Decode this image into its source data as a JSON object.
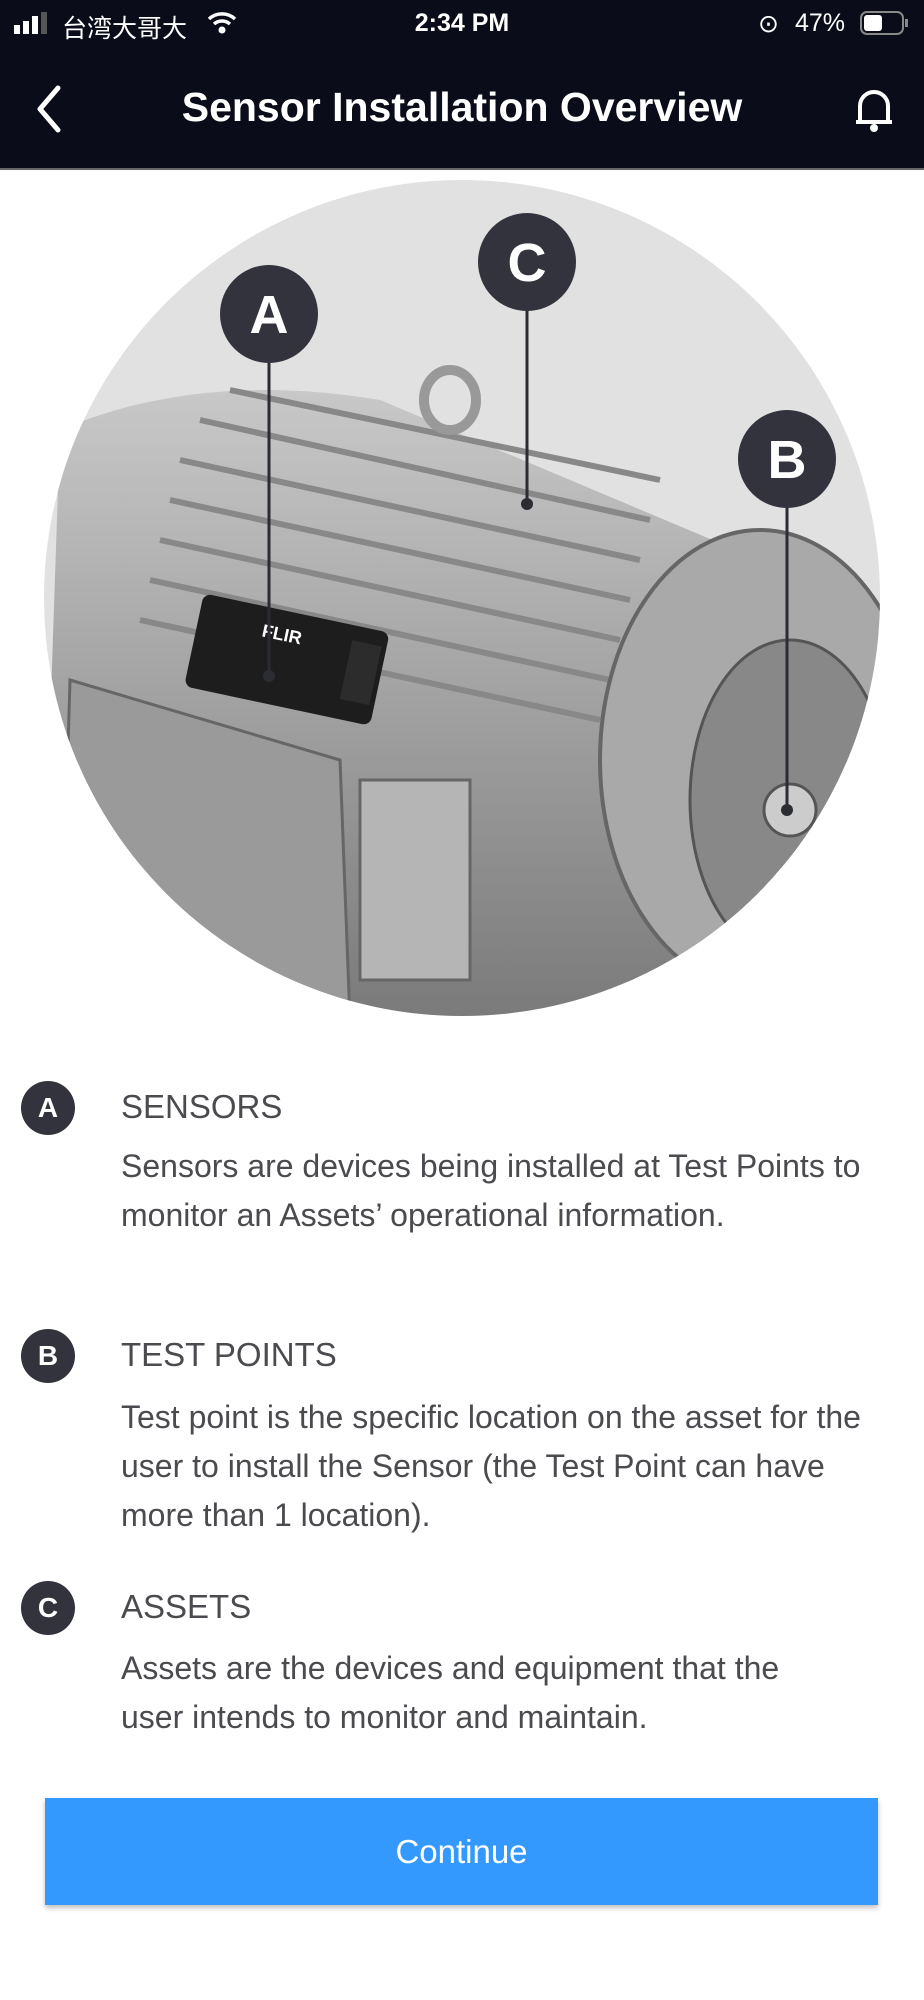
{
  "status_bar": {
    "carrier": "台湾大哥大",
    "time": "2:34 PM",
    "battery": "47%"
  },
  "header": {
    "title": "Sensor Installation Overview"
  },
  "illustration": {
    "markers": [
      "A",
      "B",
      "C"
    ],
    "brand": "FLIR"
  },
  "legend": [
    {
      "badge": "A",
      "title": "SENSORS",
      "body": "Sensors are devices being installed at Test Points to monitor an Assets’ operational information."
    },
    {
      "badge": "B",
      "title": "TEST POINTS",
      "body": "Test point is the specific location on the asset for the user to install the Sensor (the Test Point can have more than 1 location)."
    },
    {
      "badge": "C",
      "title": "ASSETS",
      "body": "Assets are the devices and equipment that the user intends to monitor and maintain."
    }
  ],
  "continue_label": "Continue",
  "colors": {
    "header": "#0b0c1a",
    "button": "#3399ff",
    "badge": "#33333d"
  }
}
